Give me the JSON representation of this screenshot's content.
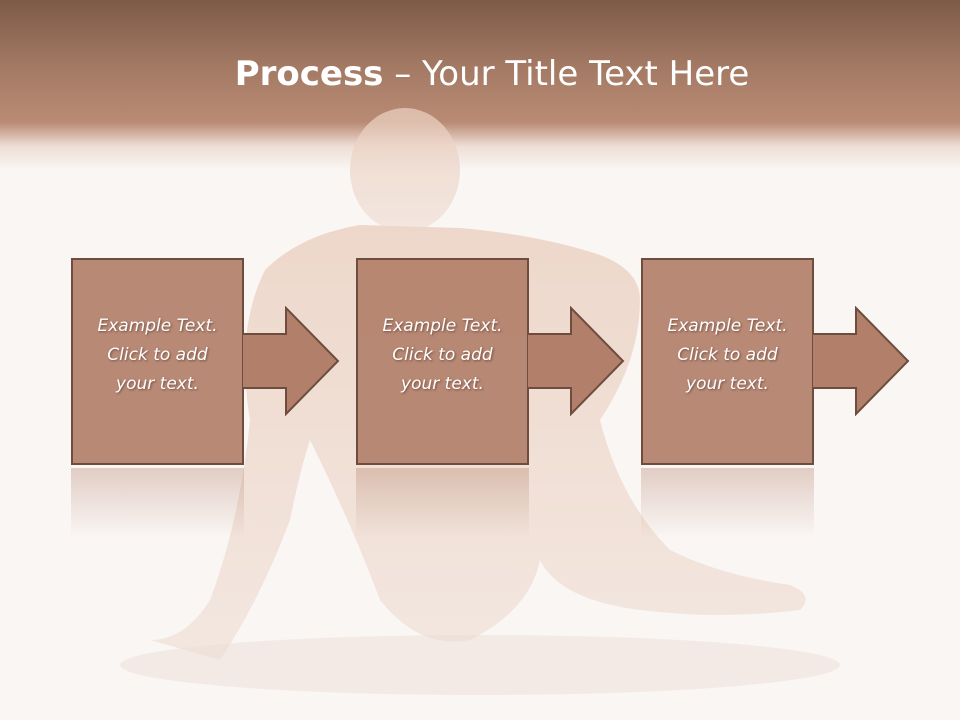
{
  "slide": {
    "title_bold": "Process",
    "title_rest": " – Your Title Text Here"
  },
  "steps": [
    {
      "line1": "Example Text.",
      "line2": "Click  to add",
      "line3": "your text."
    },
    {
      "line1": "Example Text.",
      "line2": "Click  to add",
      "line3": "your text."
    },
    {
      "line1": "Example Text.",
      "line2": "Click  to add",
      "line3": "your text."
    }
  ],
  "colors": {
    "title_band": "#a47a64",
    "box_fill": "#b2806a",
    "box_border": "#6e4c3e",
    "text": "#ffffff"
  }
}
